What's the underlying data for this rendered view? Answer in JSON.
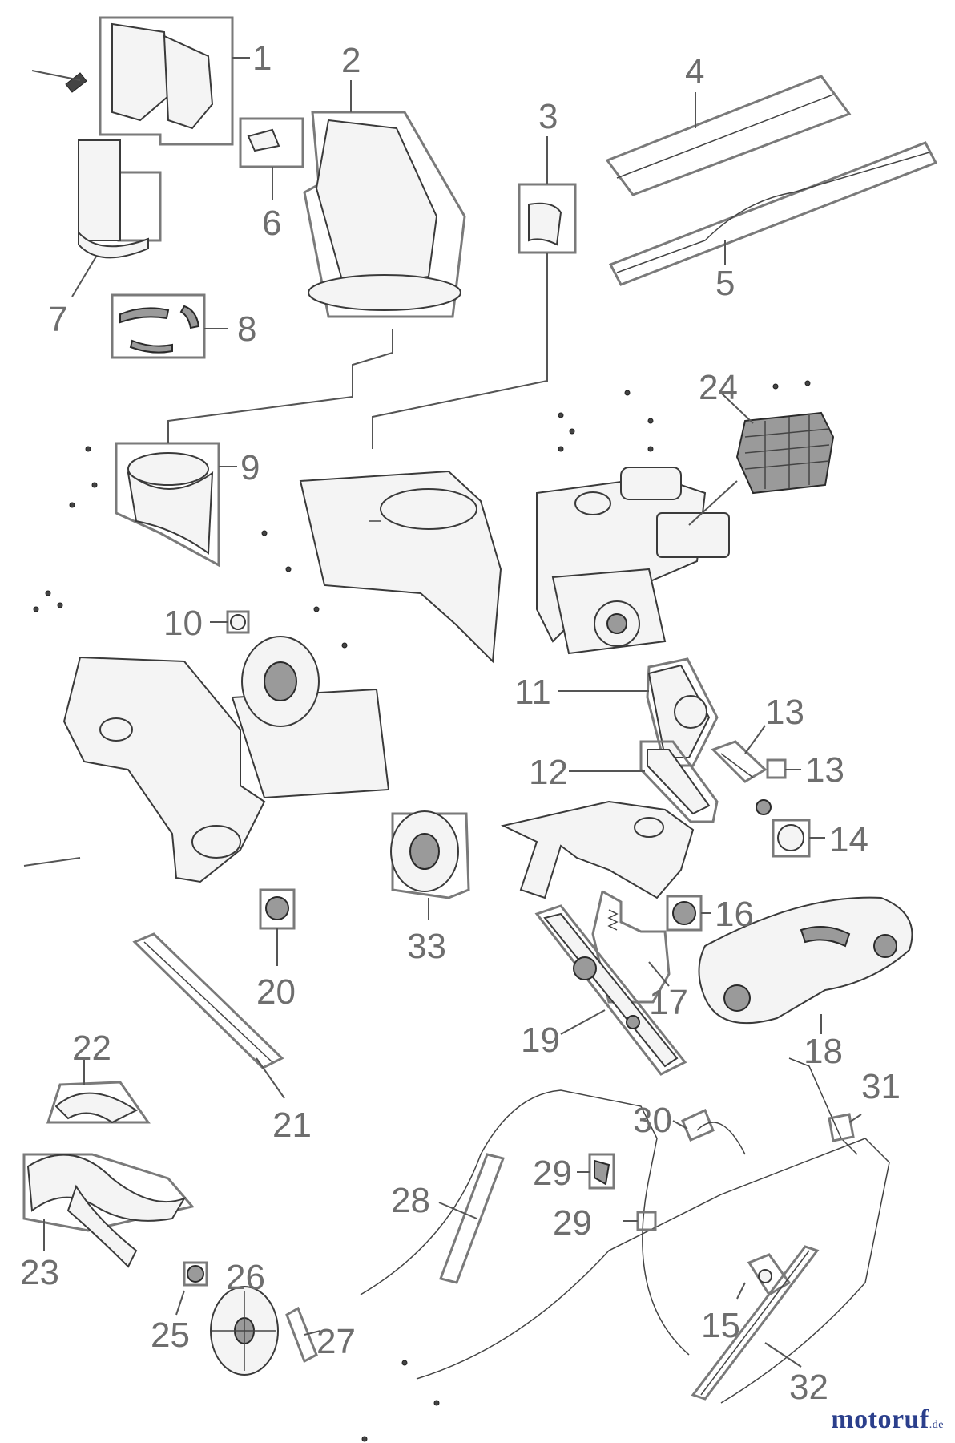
{
  "diagram": {
    "part_numbers": [
      "1",
      "2",
      "3",
      "4",
      "5",
      "6",
      "7",
      "8",
      "9",
      "10",
      "11",
      "12",
      "13",
      "13",
      "14",
      "15",
      "16",
      "17",
      "18",
      "19",
      "20",
      "21",
      "22",
      "23",
      "24",
      "25",
      "26",
      "27",
      "28",
      "29",
      "29",
      "30",
      "31",
      "32",
      "33"
    ]
  },
  "logo": {
    "text_main": "motoruf",
    "text_suffix": ".de"
  }
}
